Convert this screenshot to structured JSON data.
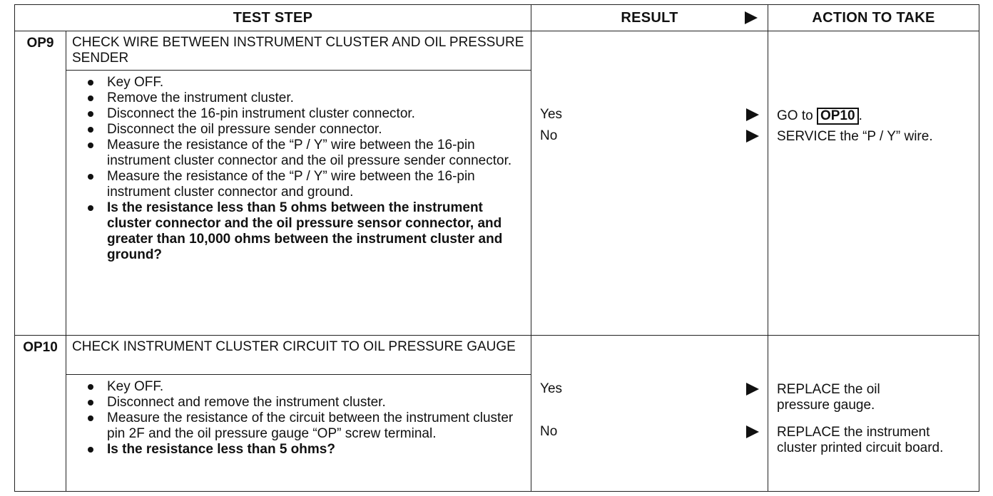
{
  "headers": {
    "test_step": "TEST STEP",
    "result": "RESULT",
    "action": "ACTION TO TAKE"
  },
  "steps": [
    {
      "id": "OP9",
      "title": "CHECK WIRE BETWEEN INSTRUMENT CLUSTER AND OIL PRESSURE SENDER",
      "items": [
        {
          "text": "Key OFF.",
          "bold": false
        },
        {
          "text": "Remove the instrument cluster.",
          "bold": false
        },
        {
          "text": "Disconnect the 16-pin instrument cluster connector.",
          "bold": false
        },
        {
          "text": "Disconnect the oil pressure sender connector.",
          "bold": false
        },
        {
          "text": "Measure the resistance of the “P / Y” wire between the 16-pin instrument cluster connector and the oil pressure sender connector.",
          "bold": false
        },
        {
          "text": "Measure the resistance of the “P / Y” wire between the 16-pin instrument cluster connector and ground.",
          "bold": false
        },
        {
          "text": "Is the resistance less than 5 ohms between the instrument cluster connector and the oil pressure sensor connector, and greater than 10,000 ohms between the instrument cluster and ground?",
          "bold": true
        }
      ],
      "results": [
        {
          "label": "Yes",
          "action_prefix": "GO to ",
          "action_ref": "OP10",
          "action_suffix": "."
        },
        {
          "label": "No",
          "action_keyword": "SERVICE",
          "action_rest": " the “P / Y” wire."
        }
      ]
    },
    {
      "id": "OP10",
      "title": "CHECK INSTRUMENT CLUSTER CIRCUIT TO OIL PRESSURE GAUGE",
      "items": [
        {
          "text": "Key OFF.",
          "bold": false
        },
        {
          "text": "Disconnect and remove the instrument cluster.",
          "bold": false
        },
        {
          "text": "Measure the resistance of the circuit between the instrument cluster pin 2F and the oil pressure gauge “OP” screw terminal.",
          "bold": false
        },
        {
          "text": "Is the resistance less than 5 ohms?",
          "bold": true
        }
      ],
      "results": [
        {
          "label": "Yes",
          "action_keyword": "REPLACE",
          "action_rest": " the oil pressure gauge."
        },
        {
          "label": "No",
          "action_keyword": "REPLACE",
          "action_rest": " the instrument cluster printed circuit board."
        }
      ]
    }
  ]
}
